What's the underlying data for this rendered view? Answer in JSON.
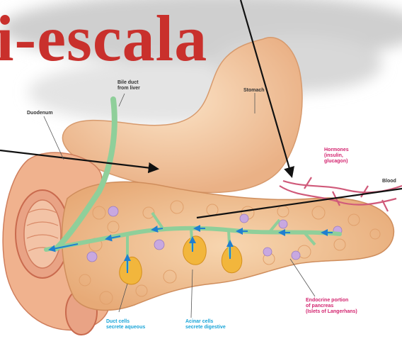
{
  "title": {
    "text": "i-escala",
    "color": "#c9302c"
  },
  "labels": {
    "bile_duct": "Bile duct\nfrom liver",
    "duodenum": "Duodenum",
    "stomach": "Stomach",
    "hormones": "Hormones\n(insulin,\nglucagon)",
    "blood": "Blood",
    "duct_cells": "Duct cells\nsecrete aqueous",
    "acinar_cells": "Acinar cells\nsecrete digestive",
    "endocrine": "Endocrine portion\nof pancreas\n(Islets of Langerhans)"
  },
  "colors": {
    "pancreas": "#f2c79a",
    "stomach": "#f6cfa6",
    "duodenum": "#f3b08c",
    "duct": "#8fcf9a",
    "duct_arrows": "#1f7fd0",
    "acinar": "#f2b63c",
    "blood_vessel": "#d05a7a",
    "label_pink": "#d3246f",
    "label_cyan": "#1aa5d8"
  }
}
